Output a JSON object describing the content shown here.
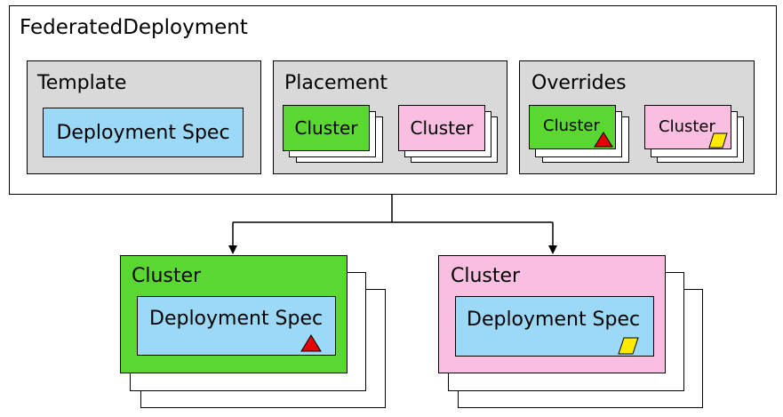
{
  "colors": {
    "gray": "#d9d9d9",
    "blue": "#9cd9f7",
    "green": "#5ad831",
    "pink": "#f9bee0",
    "triangle": "#e60000",
    "parallelogram": "#ffea00"
  },
  "federated": {
    "title": "FederatedDeployment",
    "template": {
      "title": "Template",
      "spec": "Deployment Spec"
    },
    "placement": {
      "title": "Placement",
      "cluster_a": "Cluster",
      "cluster_b": "Cluster"
    },
    "overrides": {
      "title": "Overrides",
      "cluster_a": "Cluster",
      "cluster_b": "Cluster"
    }
  },
  "result": {
    "green_cluster": {
      "title": "Cluster",
      "spec": "Deployment Spec"
    },
    "pink_cluster": {
      "title": "Cluster",
      "spec": "Deployment Spec"
    }
  },
  "icons": {
    "override_a": "red-triangle-icon",
    "override_b": "yellow-parallelogram-icon"
  }
}
